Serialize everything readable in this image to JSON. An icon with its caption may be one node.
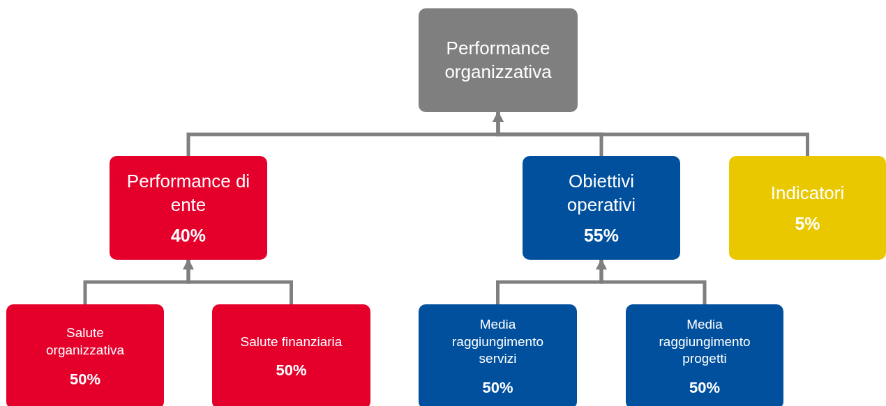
{
  "diagram": {
    "nodes": [
      {
        "text": [
          "Performance organizzativa"
        ]
      },
      {
        "text": [
          "Performance di ente",
          "40%"
        ]
      },
      {
        "text": [
          "Obiettivi operativi",
          "55%"
        ]
      },
      {
        "text": [
          "Indicatori",
          "5%"
        ]
      },
      {
        "text": [
          "Salute organizzativa",
          "50%"
        ]
      },
      {
        "text": [
          "Salute finanziaria",
          "50%"
        ]
      },
      {
        "text": [
          "Media raggiungimento servizi",
          "50%"
        ]
      },
      {
        "text": [
          "Media raggiungimento progetti",
          "50%"
        ]
      }
    ],
    "edges": [
      {
        "from": 1,
        "to": 0,
        "arrow": "to"
      },
      {
        "from": 2,
        "to": 0,
        "arrow": "to"
      },
      {
        "from": 3,
        "to": 0,
        "arrow": "to"
      },
      {
        "from": 4,
        "to": 1,
        "arrow": "to"
      },
      {
        "from": 5,
        "to": 1,
        "arrow": "to"
      },
      {
        "from": 6,
        "to": 2,
        "arrow": "to"
      },
      {
        "from": 7,
        "to": 2,
        "arrow": "to"
      }
    ]
  }
}
